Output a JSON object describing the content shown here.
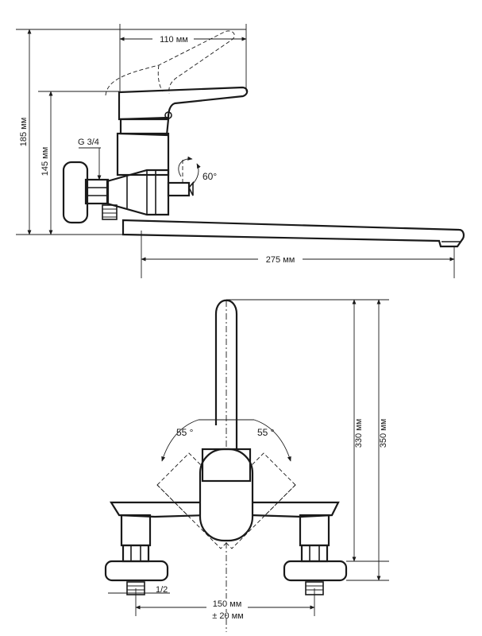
{
  "side_view": {
    "dim_top_width": "110 мм",
    "dim_total_height": "185 мм",
    "dim_inlet_height": "145 мм",
    "thread_label": "G 3/4",
    "swivel_angle": "60°",
    "dim_spout_length": "275 мм"
  },
  "front_view": {
    "angle_left": "55 °",
    "angle_right": "55 °",
    "dim_height_inner": "330 мм",
    "dim_height_outer": "350 мм",
    "thread_label": "1/2",
    "dim_center_distance": "150 мм",
    "dim_tolerance": "± 20 мм"
  }
}
